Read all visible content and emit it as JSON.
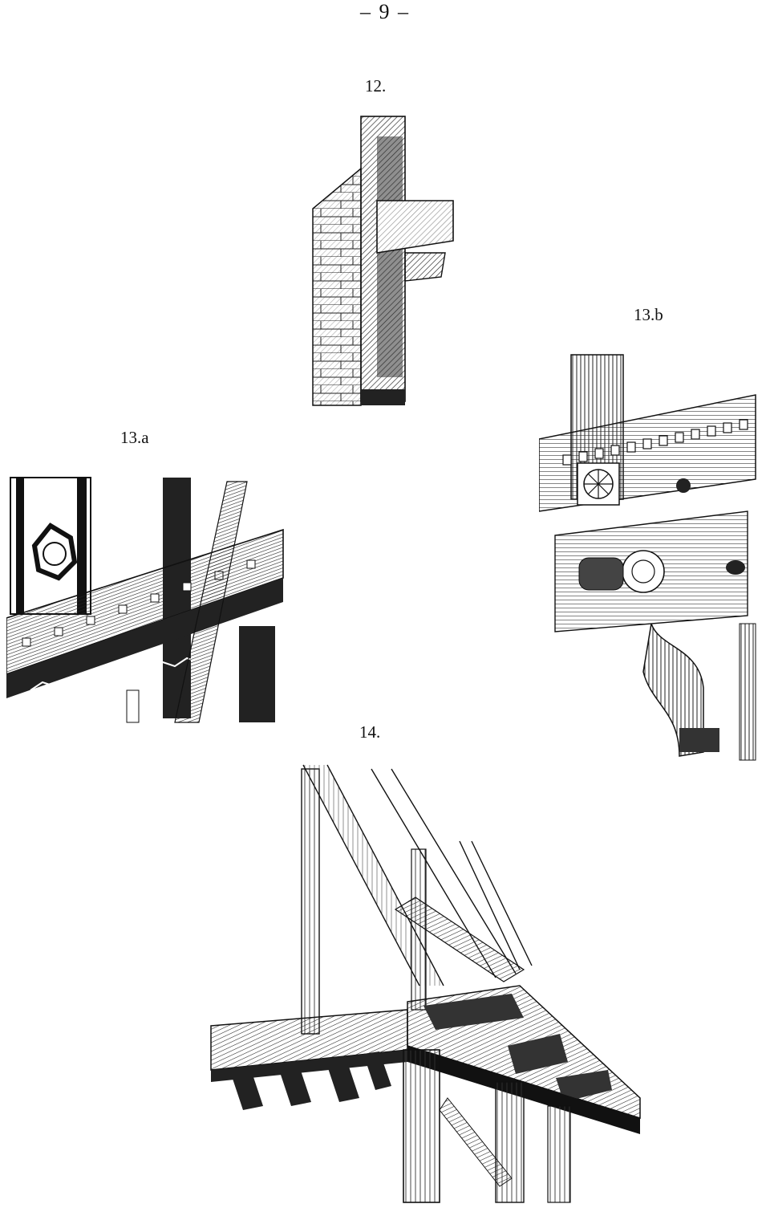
{
  "page": {
    "number": "– 9 –"
  },
  "figures": [
    {
      "label": "12.",
      "subject": "half-timbered wall with projecting beam end"
    },
    {
      "label": "13.a",
      "subject": "carved eaves and balcony detail"
    },
    {
      "label": "13.b",
      "subject": "ornamented bracket and cornice detail"
    },
    {
      "label": "14.",
      "subject": "roof truss and eaves construction"
    }
  ]
}
